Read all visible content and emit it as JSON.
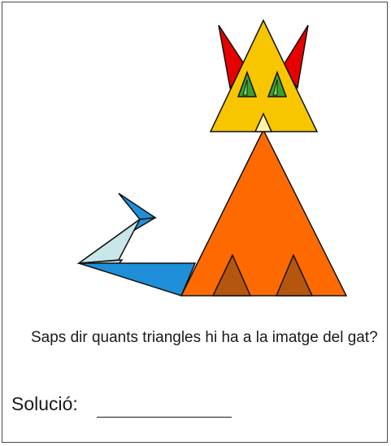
{
  "worksheet": {
    "question": "Saps dir quants triangles hi ha a la imatge del gat?",
    "solution_label": "Solució:"
  },
  "illustration": {
    "subject": "cat made of triangles",
    "colors": {
      "ears": "#e60000",
      "head": "#f7c600",
      "eyes": "#3aa12e",
      "body": "#ff6a00",
      "paws": "#b5560f",
      "tail": "#1e8fd8",
      "tail_light": "#c9e6e8",
      "outline": "#111111"
    }
  }
}
